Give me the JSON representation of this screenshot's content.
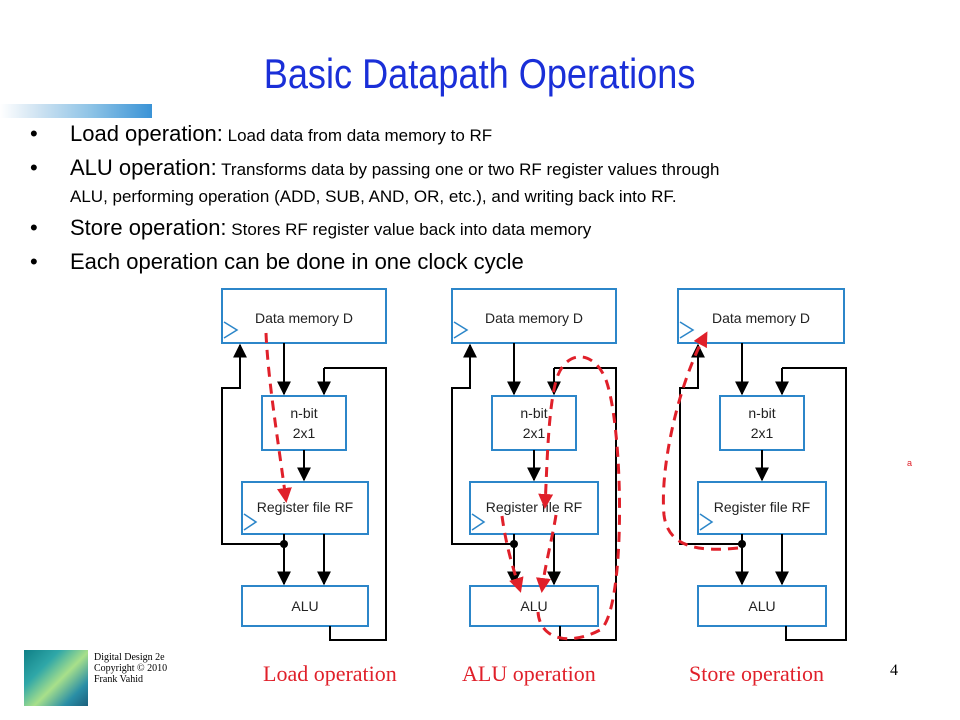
{
  "title": "Basic Datapath Operations",
  "bullets": [
    {
      "head": "Load operation:",
      "body": " Load data from data memory to RF",
      "cont": ""
    },
    {
      "head": "ALU operation:",
      "body": " Transforms data by passing one or two RF register values through",
      "cont": "ALU, performing operation (ADD, SUB, AND, OR, etc.), and writing back into RF."
    },
    {
      "head": "Store operation:",
      "body": " Stores RF register value back into data memory",
      "cont": ""
    },
    {
      "head": "Each operation can be done in one clock cycle",
      "body": "",
      "cont": ""
    }
  ],
  "bullet_char": "•",
  "diagram": {
    "memory_label": "Data memory D",
    "mux_line1": "n-bit",
    "mux_line2": "2x1",
    "rf_label": "Register file RF",
    "alu_label": "ALU"
  },
  "captions": [
    "Load operation",
    "ALU operation",
    "Store operation"
  ],
  "footer": {
    "credit_lines": [
      "Digital Design 2e",
      "Copyright © 2010",
      "Frank Vahid"
    ],
    "page_number": "4",
    "stray_mark": "a"
  },
  "colors": {
    "title": "#1a2fd8",
    "box_border": "#2c86c9",
    "dashed_path": "#e0202a",
    "caption": "#e0202a"
  }
}
